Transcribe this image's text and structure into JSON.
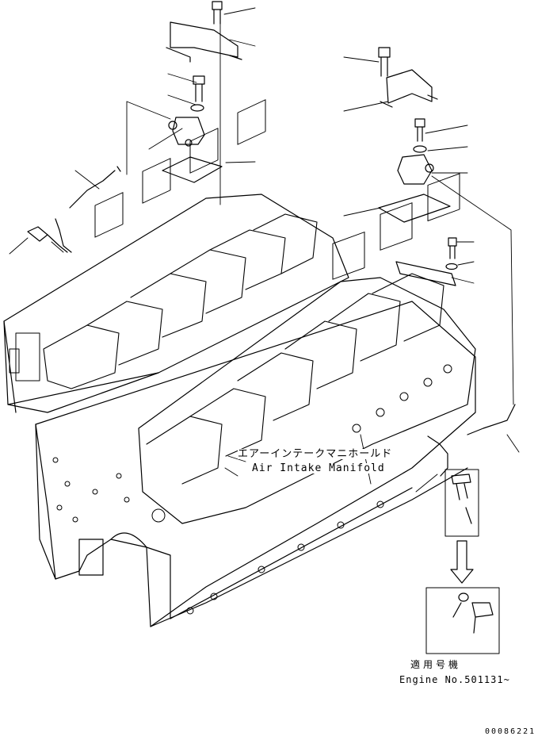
{
  "labels": {
    "intake_jp": "エアーインテークマニホールド",
    "intake_en": "Air Intake Manifold",
    "applicable_jp": "適用号機",
    "engine_no": "Engine No.501131~",
    "drawing_code": "00086221"
  },
  "colors": {
    "line": "#000000",
    "background": "#ffffff"
  }
}
